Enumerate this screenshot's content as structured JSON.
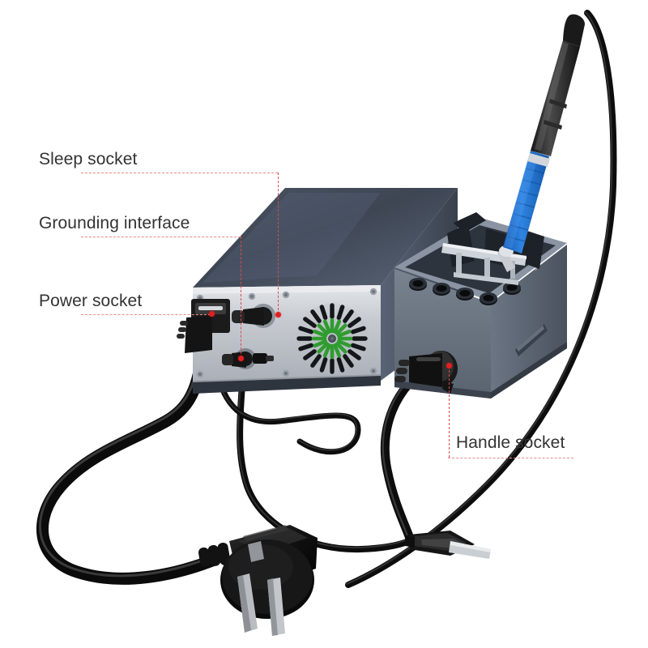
{
  "product": {
    "name": "soldering-station",
    "description": "Soldering station with control unit, tip holder stand, soldering iron handle, power cord and grounding clip"
  },
  "callouts": [
    {
      "id": "sleep-socket",
      "label": "Sleep socket",
      "target": "sleep-connector"
    },
    {
      "id": "grounding-interface",
      "label": "Grounding interface",
      "target": "ground-connector"
    },
    {
      "id": "power-socket",
      "label": "Power socket",
      "target": "power-connector"
    },
    {
      "id": "handle-socket",
      "label": "Handle socket",
      "target": "handle-connector"
    }
  ],
  "colors": {
    "background": "#ffffff",
    "label_text": "#333333",
    "leader_line": "#e98b8b",
    "leader_line_vertical": "#d94b4b",
    "marker_dot": "#e21f1f",
    "chassis_top": "#3f4752",
    "chassis_face": "#5b6574",
    "panel_silver": "#c9ccd0",
    "holder_body": "#6e7a8a",
    "grip_blue": "#1f6fd0",
    "fan_green": "#3fae3f",
    "cable_black": "#111111"
  },
  "parts": {
    "fan_grille": {
      "name": "cooling-fan-grille",
      "outer_slots": 20,
      "inner_slots": 16
    },
    "tip_holder": {
      "name": "tip-storage-holes",
      "count": 5
    },
    "handle": {
      "name": "soldering-iron-handle",
      "grip": "blue textured grip"
    },
    "plug": {
      "name": "ac-power-plug",
      "style": "angled three flat pins"
    },
    "clip": {
      "name": "grounding-alligator-clip"
    }
  }
}
